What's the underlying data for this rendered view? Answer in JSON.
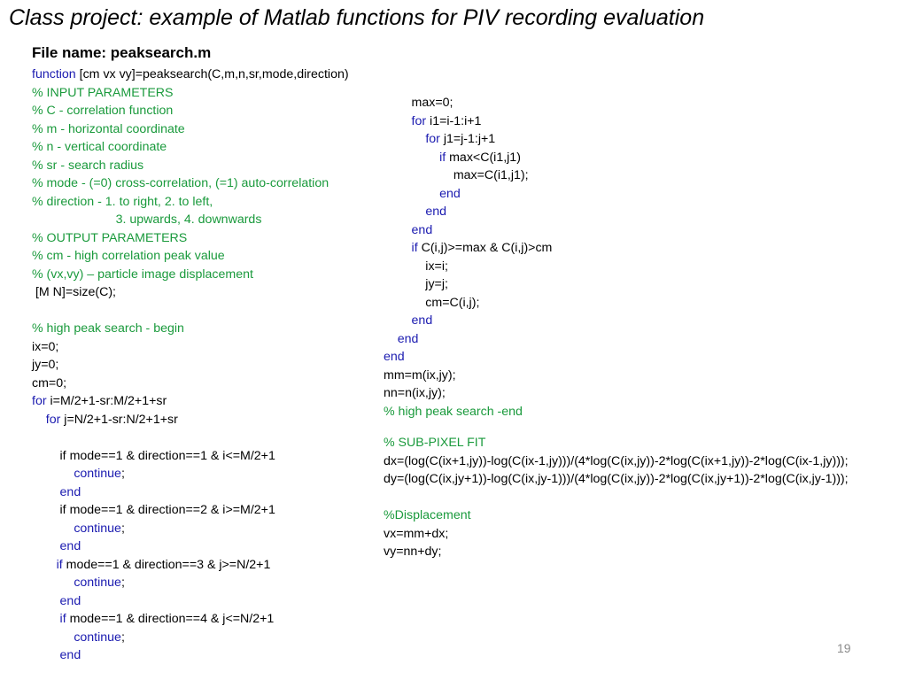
{
  "title": "Class project: example of Matlab functions for PIV recording evaluation",
  "file_label": "File name: peaksearch.m",
  "colors": {
    "keyword": "#1b1bb0",
    "comment": "#1a9a3c",
    "text": "#000000",
    "page_number": "#8c8c8c"
  },
  "code_left": [
    [
      {
        "t": "function",
        "c": "kw"
      },
      {
        "t": " [cm vx vy]=peaksearch(C,m,n,sr,mode,direction)"
      }
    ],
    [
      {
        "t": "% INPUT PARAMETERS",
        "c": "cm"
      }
    ],
    [
      {
        "t": "% C - correlation function",
        "c": "cm"
      }
    ],
    [
      {
        "t": "% m - horizontal coordinate",
        "c": "cm"
      }
    ],
    [
      {
        "t": "% n - vertical coordinate",
        "c": "cm"
      }
    ],
    [
      {
        "t": "% sr - search radius",
        "c": "cm"
      }
    ],
    [
      {
        "t": "% mode - (=0) cross-correlation, (=1) auto-correlation",
        "c": "cm"
      }
    ],
    [
      {
        "t": "% direction - 1. to right, 2. to left,",
        "c": "cm"
      }
    ],
    [
      {
        "t": "                        3. upwards, 4. downwards",
        "c": "cm"
      }
    ],
    [
      {
        "t": "% OUTPUT PARAMETERS",
        "c": "cm"
      }
    ],
    [
      {
        "t": "% cm - high correlation peak value",
        "c": "cm"
      }
    ],
    [
      {
        "t": "% (vx,vy) – particle image displacement",
        "c": "cm"
      }
    ],
    [
      {
        "t": " [M N]=size(C);"
      }
    ],
    [
      {
        "t": ""
      }
    ],
    [
      {
        "t": "% high peak search - begin",
        "c": "cm"
      }
    ],
    [
      {
        "t": "ix=0;"
      }
    ],
    [
      {
        "t": "jy=0;"
      }
    ],
    [
      {
        "t": "cm=0;"
      }
    ],
    [
      {
        "t": "for",
        "c": "kw"
      },
      {
        "t": " i=M/2+1-sr:M/2+1+sr"
      }
    ],
    [
      {
        "t": "    "
      },
      {
        "t": "for",
        "c": "kw"
      },
      {
        "t": " j=N/2+1-sr:N/2+1+sr"
      }
    ],
    [
      {
        "t": ""
      }
    ],
    [
      {
        "t": "        if mode==1 & direction==1 & i<=M/2+1"
      }
    ],
    [
      {
        "t": "            "
      },
      {
        "t": "continue",
        "c": "kw"
      },
      {
        "t": ";"
      }
    ],
    [
      {
        "t": "        "
      },
      {
        "t": "end",
        "c": "kw"
      }
    ],
    [
      {
        "t": "        if mode==1 & direction==2 & i>=M/2+1"
      }
    ],
    [
      {
        "t": "            "
      },
      {
        "t": "continue",
        "c": "kw"
      },
      {
        "t": ";"
      }
    ],
    [
      {
        "t": "        "
      },
      {
        "t": "end",
        "c": "kw"
      }
    ],
    [
      {
        "t": "       "
      },
      {
        "t": "if",
        "c": "kw"
      },
      {
        "t": " mode==1 & direction==3 & j>=N/2+1"
      }
    ],
    [
      {
        "t": "            "
      },
      {
        "t": "continue",
        "c": "kw"
      },
      {
        "t": ";"
      }
    ],
    [
      {
        "t": "        "
      },
      {
        "t": "end",
        "c": "kw"
      }
    ],
    [
      {
        "t": "        "
      },
      {
        "t": "if",
        "c": "kw"
      },
      {
        "t": " mode==1 & direction==4 & j<=N/2+1"
      }
    ],
    [
      {
        "t": "            "
      },
      {
        "t": "continue",
        "c": "kw"
      },
      {
        "t": ";"
      }
    ],
    [
      {
        "t": "        "
      },
      {
        "t": "end",
        "c": "kw"
      }
    ]
  ],
  "code_right_top": [
    [
      {
        "t": "        max=0;"
      }
    ],
    [
      {
        "t": "        "
      },
      {
        "t": "for",
        "c": "kw"
      },
      {
        "t": " i1=i-1:i+1"
      }
    ],
    [
      {
        "t": "            "
      },
      {
        "t": "for",
        "c": "kw"
      },
      {
        "t": " j1=j-1:j+1"
      }
    ],
    [
      {
        "t": "                "
      },
      {
        "t": "if",
        "c": "kw"
      },
      {
        "t": " max<C(i1,j1)"
      }
    ],
    [
      {
        "t": "                    max=C(i1,j1);"
      }
    ],
    [
      {
        "t": "                "
      },
      {
        "t": "end",
        "c": "kw"
      }
    ],
    [
      {
        "t": "            "
      },
      {
        "t": "end",
        "c": "kw"
      }
    ],
    [
      {
        "t": "        "
      },
      {
        "t": "end",
        "c": "kw"
      }
    ],
    [
      {
        "t": "        "
      },
      {
        "t": "if",
        "c": "kw"
      },
      {
        "t": " C(i,j)>=max & C(i,j)>cm"
      }
    ],
    [
      {
        "t": "            ix=i;"
      }
    ],
    [
      {
        "t": "            jy=j;"
      }
    ],
    [
      {
        "t": "            cm=C(i,j);"
      }
    ],
    [
      {
        "t": "        "
      },
      {
        "t": "end",
        "c": "kw"
      }
    ],
    [
      {
        "t": "    "
      },
      {
        "t": "end",
        "c": "kw"
      }
    ],
    [
      {
        "t": "end",
        "c": "kw"
      }
    ],
    [
      {
        "t": "mm=m(ix,jy);"
      }
    ],
    [
      {
        "t": "nn=n(ix,jy);"
      }
    ],
    [
      {
        "t": "% high peak search -end",
        "c": "cm"
      }
    ]
  ],
  "code_right_bottom": [
    [
      {
        "t": "% SUB-PIXEL FIT",
        "c": "cm"
      }
    ],
    [
      {
        "t": "dx=(log(C(ix+1,jy))-log(C(ix-1,jy)))/(4*log(C(ix,jy))-2*log(C(ix+1,jy))-2*log(C(ix-1,jy)));"
      }
    ],
    [
      {
        "t": "dy=(log(C(ix,jy+1))-log(C(ix,jy-1)))/(4*log(C(ix,jy))-2*log(C(ix,jy+1))-2*log(C(ix,jy-1)));"
      }
    ],
    [
      {
        "t": ""
      }
    ],
    [
      {
        "t": "%Displacement",
        "c": "cm"
      }
    ],
    [
      {
        "t": "vx=mm+dx;"
      }
    ],
    [
      {
        "t": "vy=nn+dy;"
      }
    ]
  ],
  "page_number": "19"
}
